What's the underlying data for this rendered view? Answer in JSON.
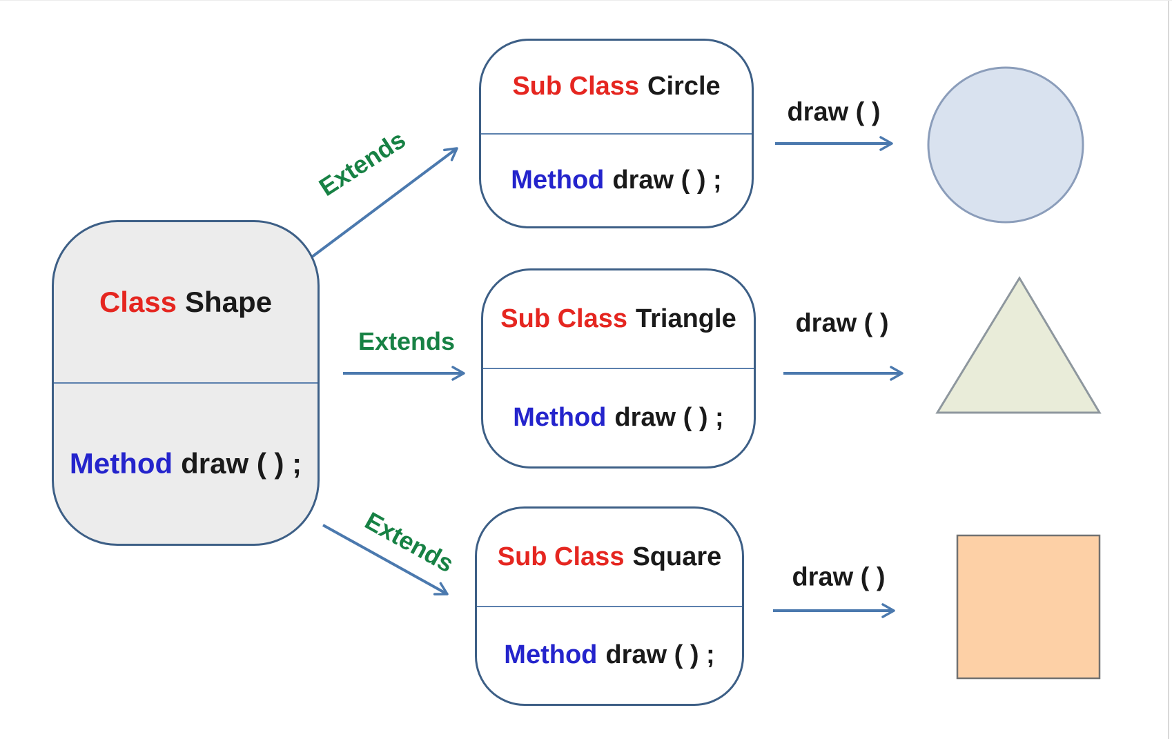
{
  "classes": {
    "parent": {
      "keyword": "Class",
      "name": "Shape",
      "method_keyword": "Method",
      "method_body": "draw ( ) ;"
    },
    "subclasses": [
      {
        "keyword": "Sub Class",
        "name": "Circle",
        "method_keyword": "Method",
        "method_body": "draw ( ) ;",
        "extends_label": "Extends",
        "draw_label": "draw ( )",
        "shape": "circle"
      },
      {
        "keyword": "Sub Class",
        "name": "Triangle",
        "method_keyword": "Method",
        "method_body": "draw ( ) ;",
        "extends_label": "Extends",
        "draw_label": "draw ( )",
        "shape": "triangle"
      },
      {
        "keyword": "Sub Class",
        "name": "Square",
        "method_keyword": "Method",
        "method_body": "draw ( ) ;",
        "extends_label": "Extends",
        "draw_label": "draw ( )",
        "shape": "square"
      }
    ]
  },
  "colors": {
    "border_blue": "#3d5f86",
    "divider_blue": "#5b80ad",
    "arrow_blue": "#4b79ae",
    "keyword_red": "#e52620",
    "method_blue": "#2424cc",
    "extends_green": "#178144",
    "text_black": "#1a1a1a",
    "parent_fill": "#ececec",
    "circle_fill": "#d9e2ef",
    "circle_stroke": "#8b9dba",
    "triangle_fill": "#e9ecd9",
    "triangle_stroke": "#8e979e",
    "square_fill": "#fdd0a6",
    "square_stroke": "#717171"
  }
}
